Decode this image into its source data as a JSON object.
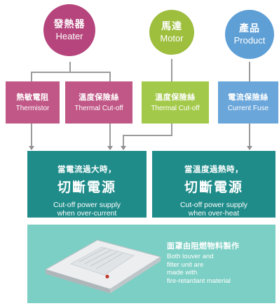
{
  "circles": [
    {
      "zh": "發熱器",
      "en": "Heater",
      "color": "#b5457c"
    },
    {
      "zh": "馬達",
      "en": "Motor",
      "color": "#9ebe3e"
    },
    {
      "zh": "產品",
      "en": "Product",
      "color": "#5e9fd6"
    }
  ],
  "boxes": [
    {
      "zh": "熱敏電阻",
      "en": "Thermistor",
      "color": "#c05786"
    },
    {
      "zh": "溫度保險絲",
      "en": "Thermal Cut-off",
      "color": "#c05786"
    },
    {
      "zh": "溫度保險絲",
      "en": "Thermal Cut-off",
      "color": "#a3c94a"
    },
    {
      "zh": "電流保險絲",
      "en": "Current Fuse",
      "color": "#6aa6da"
    }
  ],
  "panels": [
    {
      "zh_top": "當電流過大時，",
      "zh_big": "切斷電源",
      "en1": "Cut-off power supply",
      "en2": "when over-current"
    },
    {
      "zh_top": "當溫度過熱時，",
      "zh_big": "切斷電源",
      "en1": "Cut-off power supply",
      "en2": "when over-heat"
    }
  ],
  "bottom": {
    "zh": "面罩由阻燃物料製作",
    "en_lines": [
      "Both louver and",
      "filter unit are",
      "made with",
      "fire-retardant material"
    ],
    "bg_color": "#7ccfc4"
  }
}
